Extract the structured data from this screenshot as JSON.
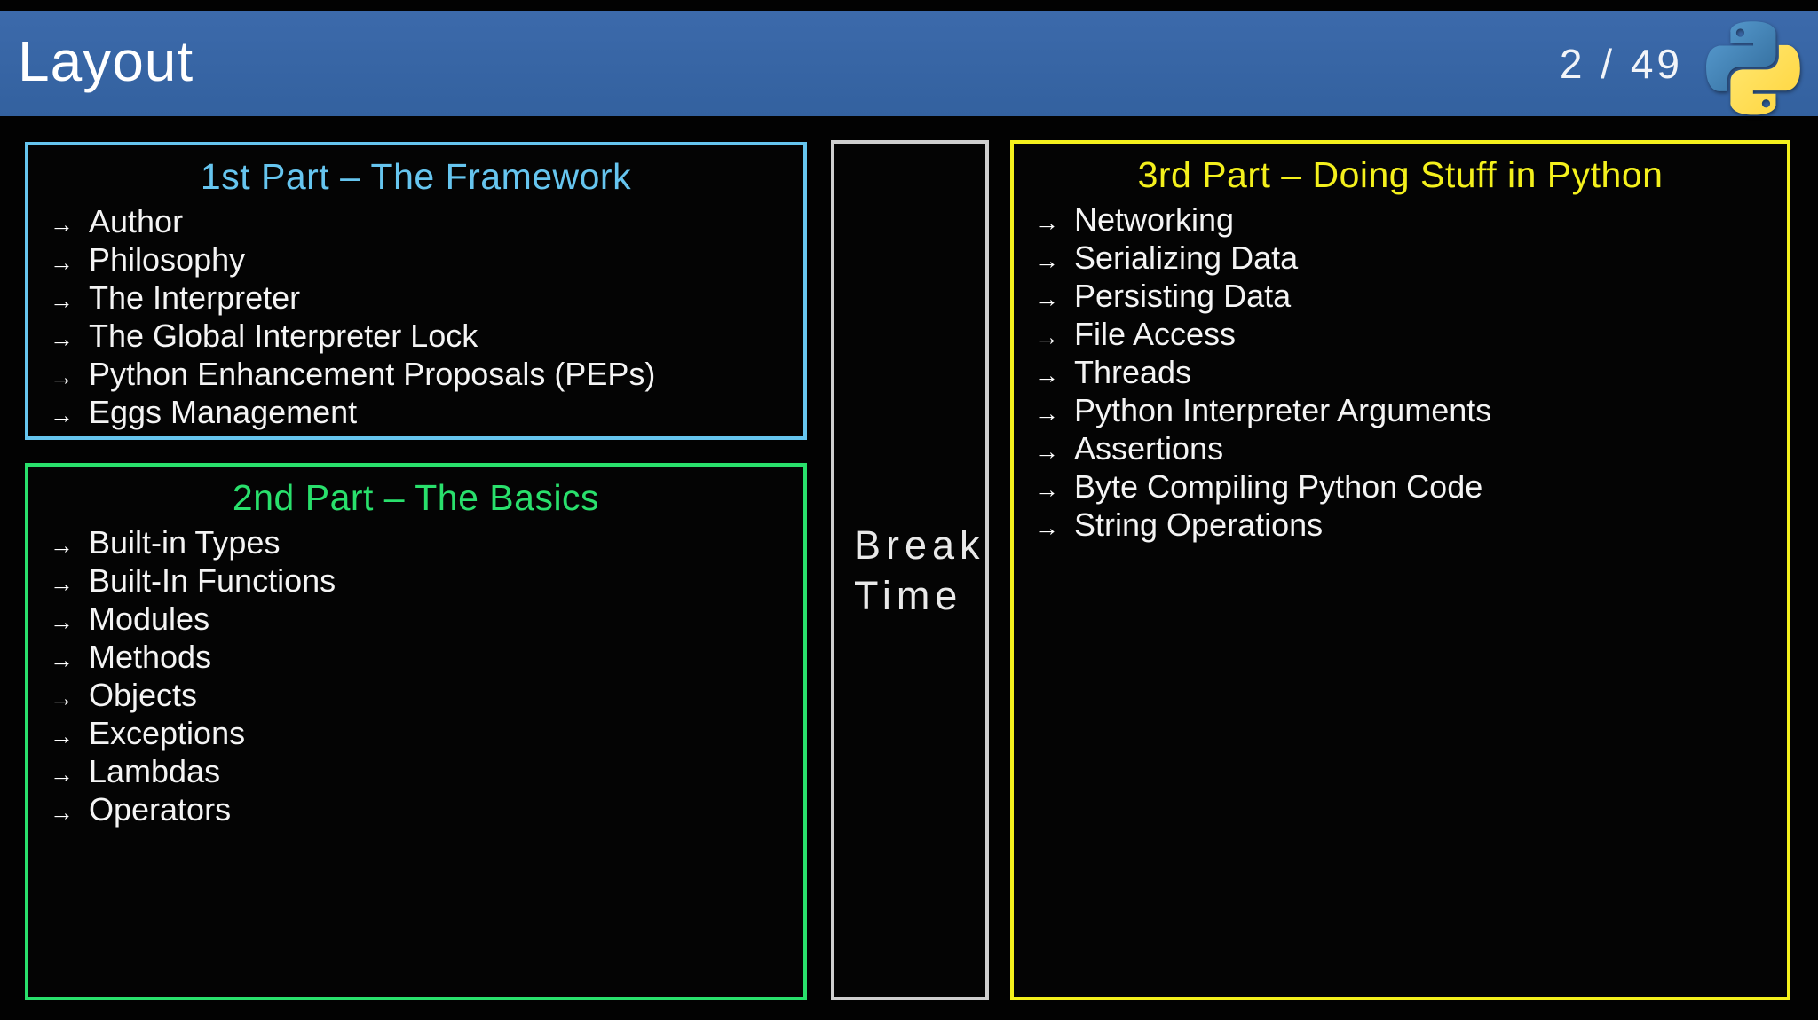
{
  "header": {
    "title": "Layout",
    "page_indicator": "2 / 49",
    "logo": "python-logo"
  },
  "colors": {
    "header_bg": "#3766a8",
    "background": "#000000",
    "body_text": "#f4f4f4",
    "part1_accent": "#66c5ef",
    "part2_accent": "#29e06c",
    "part3_accent": "#f4f01c",
    "break_border": "#cfcfcf",
    "logo_blue": "#4584b6",
    "logo_yellow": "#ffd43b"
  },
  "bullet_glyph": "→",
  "sections": {
    "part1": {
      "title": "1st Part – The Framework",
      "items": [
        "Author",
        "Philosophy",
        "The Interpreter",
        "The Global Interpreter Lock",
        "Python Enhancement Proposals (PEPs)",
        "Eggs Management"
      ]
    },
    "part2": {
      "title": "2nd Part – The Basics",
      "items": [
        "Built-in Types",
        "Built-In Functions",
        "Modules",
        "Methods",
        "Objects",
        "Exceptions",
        "Lambdas",
        "Operators"
      ]
    },
    "break": {
      "line1": "Break",
      "line2": "Time"
    },
    "part3": {
      "title": "3rd Part – Doing Stuff in Python",
      "items": [
        "Networking",
        "Serializing Data",
        "Persisting Data",
        "File Access",
        "Threads",
        "Python Interpreter Arguments",
        "Assertions",
        "Byte Compiling Python Code",
        "String Operations"
      ]
    }
  }
}
